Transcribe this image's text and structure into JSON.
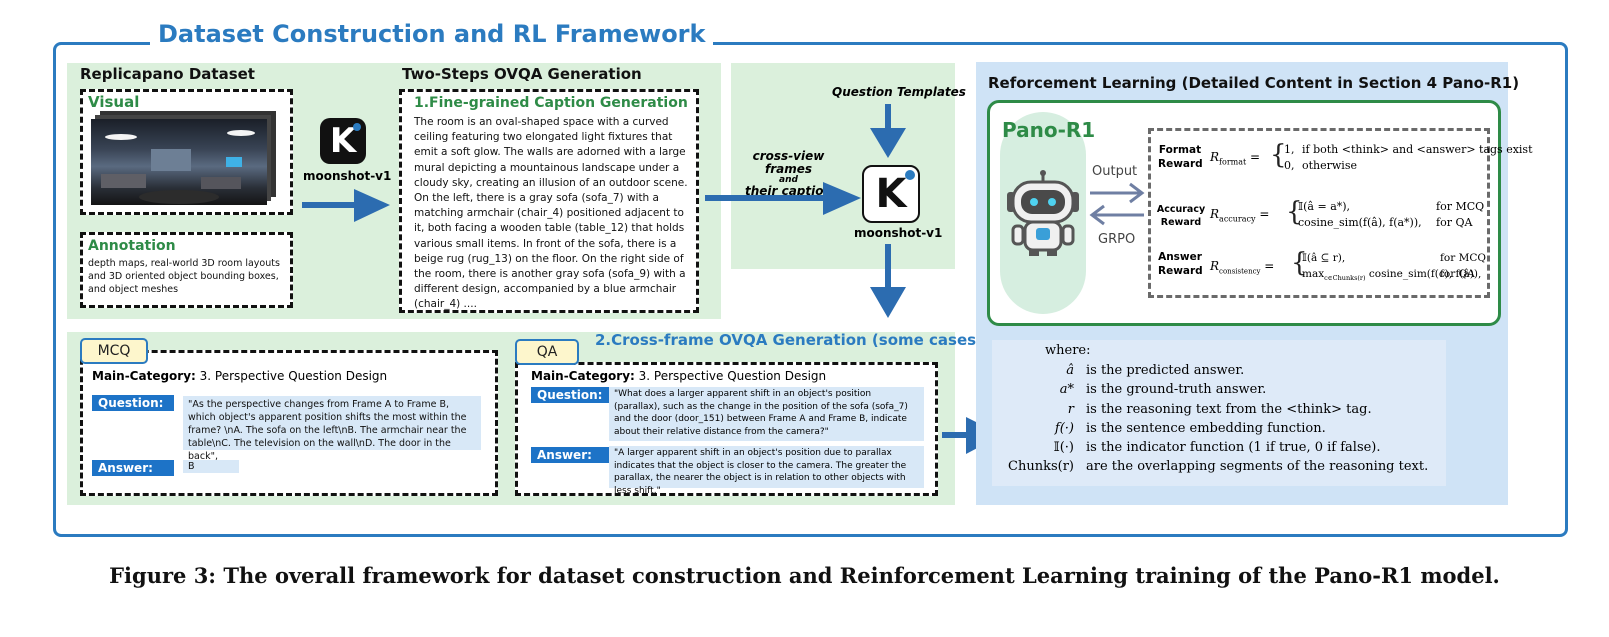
{
  "title": "Dataset Construction and RL Framework",
  "replica": {
    "title": "Replicapano Dataset",
    "visual_label": "Visual",
    "annotation_label": "Annotation",
    "annotation_text": "depth maps, real-world 3D room layouts and 3D oriented object bounding boxes, and object meshes",
    "model_label": "moonshot-v1"
  },
  "ovqa": {
    "title": "Two-Steps OVQA Generation",
    "caption_title": "1.Fine-grained Caption Generation",
    "caption_text": "The room is an oval-shaped space with a curved ceiling featuring two elongated light fixtures that emit a soft glow. The walls are adorned with a large mural depicting a mountainous landscape under a cloudy sky, creating an illusion of an outdoor scene. On the left, there is a gray sofa (sofa_7) with a matching armchair (chair_4) positioned adjacent to it, both facing a wooden table (table_12) that holds various small items. In front of the sofa, there is a beige rug (rug_13) on the floor. On the right side of the room, there is another gray sofa (sofa_9) with a different design, accompanied by a blue armchair (chair_4) ....",
    "cross_view_label_1": "cross-view frames",
    "cross_view_label_2": "and",
    "cross_view_label_3": "their caption",
    "question_templates": "Question Templates",
    "model_label": "moonshot-v1"
  },
  "cross": {
    "title": "2.Cross-frame OVQA Generation (some cases)",
    "mcq": {
      "tag": "MCQ",
      "main_cat_label": "Main-Category:",
      "main_cat_value": "3. Perspective Question Design",
      "question_label": "Question:",
      "question_text": "\"As the perspective changes from Frame A to Frame B, which object's apparent position shifts the most within the frame? \\nA. The sofa on the left\\nB. The armchair near the table\\nC. The television on the wall\\nD. The door in the back\",",
      "answer_label": "Answer:",
      "answer_text": "B"
    },
    "qa": {
      "tag": "QA",
      "main_cat_label": "Main-Category:",
      "main_cat_value": "3. Perspective Question Design",
      "question_label": "Question:",
      "question_text": "\"What does a larger apparent shift in an object's position (parallax), such as the change in the position of the sofa (sofa_7) and the door (door_151) between Frame A and Frame B, indicate about their relative distance from the camera?\"",
      "answer_label": "Answer:",
      "answer_text": "\"A larger apparent shift in an object's position due to parallax indicates that the object is closer to the camera. The greater the parallax, the nearer the object is in relation to other objects with less shift.\""
    }
  },
  "rl": {
    "title": "Reforcement Learning (Detailed Content in Section 4 Pano-R1)",
    "model_name": "Pano-R1",
    "output_label": "Output",
    "grpo_label": "GRPO",
    "format_reward": {
      "label_1": "Format",
      "label_2": "Reward",
      "lhs": "R",
      "lhs_sub": "format",
      "case1_val": "1,",
      "case1_cond": "if both <think> and <answer> tags exist",
      "case2_val": "0,",
      "case2_cond": "otherwise"
    },
    "accuracy_reward": {
      "label_1": "Accuracy",
      "label_2": "Reward",
      "lhs": "R",
      "lhs_sub": "accuracy",
      "case1_val": "𝕀(â = a*),",
      "case1_cond": "for MCQ",
      "case2_val": "cosine_sim(f(â), f(a*)),",
      "case2_cond": "for QA"
    },
    "answer_reward": {
      "label_1": "Answer",
      "label_2": "Reward",
      "lhs": "R",
      "lhs_sub": "consistency",
      "case1_val": "𝕀(â ⊆ r),",
      "case1_cond": "for MCQ",
      "case2_val_main": "max",
      "case2_val_sub": "c∈Chunks(r)",
      "case2_val_rest": "cosine_sim(f(c), f(â)),",
      "case2_cond": "for QA"
    }
  },
  "where": {
    "heading": "where:",
    "rows": [
      {
        "sym": "â",
        "desc": "is the predicted answer."
      },
      {
        "sym": "a*",
        "desc": "is the ground-truth answer."
      },
      {
        "sym": "r",
        "desc": "is the reasoning text from the <think> tag."
      },
      {
        "sym": "f(·)",
        "desc": "is the sentence embedding function."
      },
      {
        "sym": "𝕀(·)",
        "desc": "is the indicator function (1 if true, 0 if false)."
      },
      {
        "sym": "Chunks(r)",
        "desc": "are the overlapping segments of the reasoning text."
      }
    ]
  },
  "caption": "Figure 3: The overall framework for dataset construction and Reinforcement Learning training of the Pano-R1 model.",
  "colors": {
    "accent_blue": "#2b7bc0",
    "green_bg": "#dbf0dc",
    "blue_bg": "#cfe3f6",
    "green_text": "#2e8b47"
  }
}
